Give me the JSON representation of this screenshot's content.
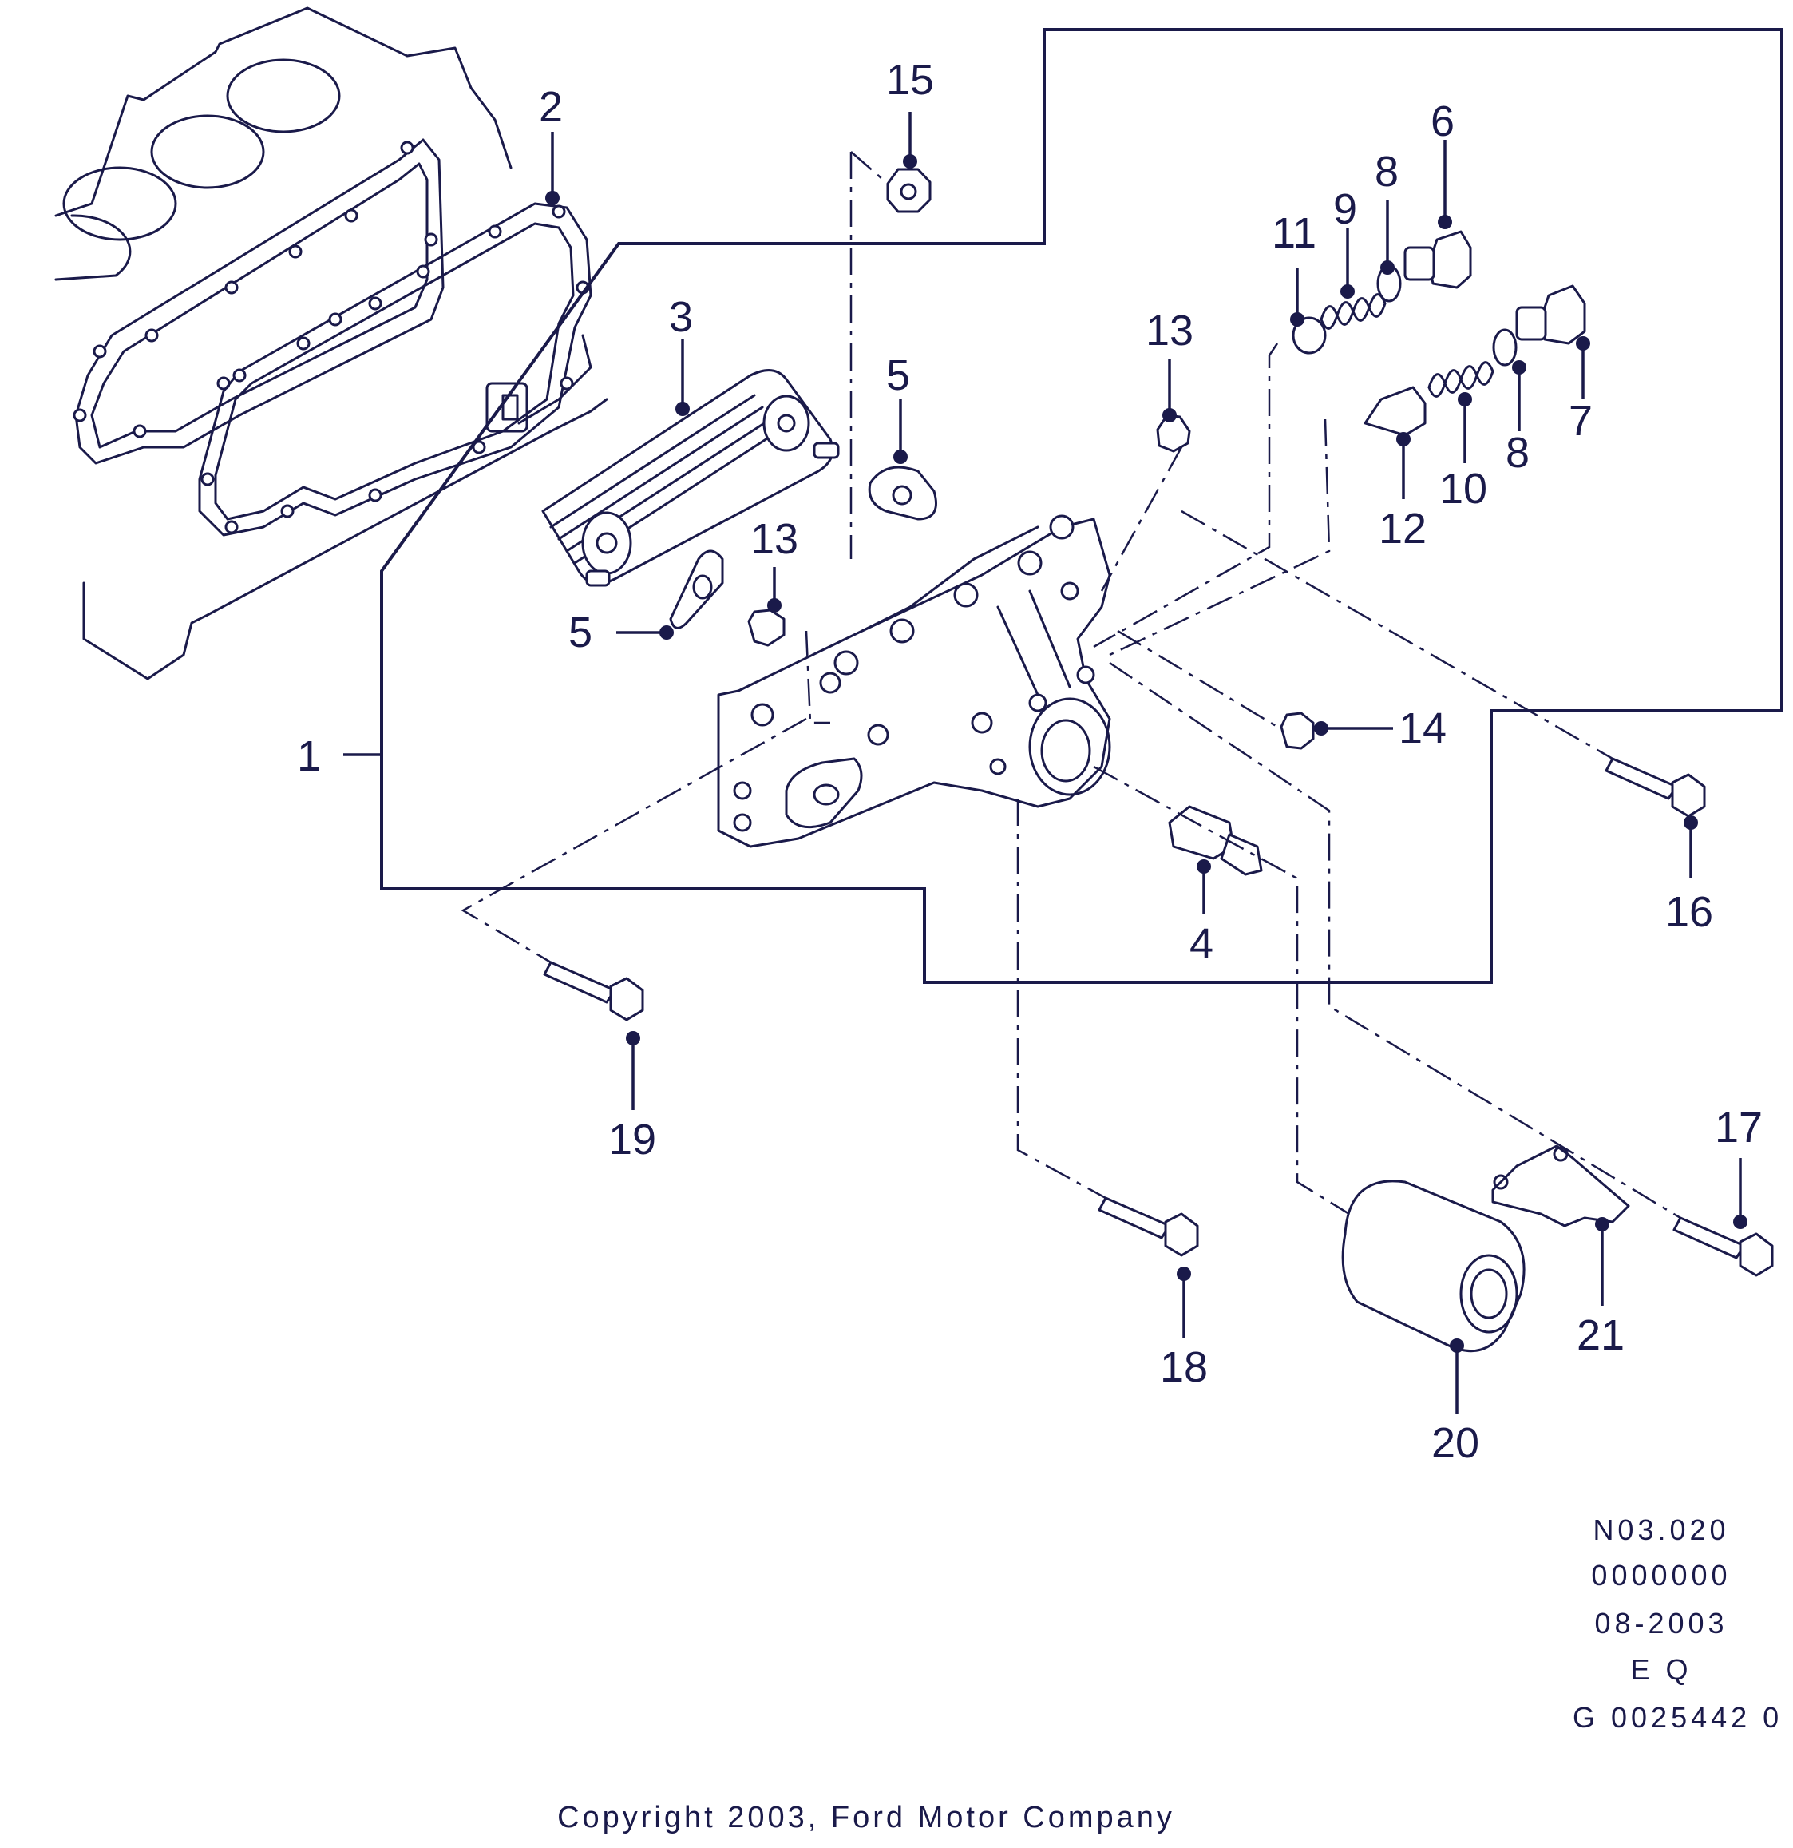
{
  "callouts": {
    "c1": "1",
    "c2": "2",
    "c3": "3",
    "c4": "4",
    "c5a": "5",
    "c5b": "5",
    "c6": "6",
    "c7": "7",
    "c8a": "8",
    "c8b": "8",
    "c9": "9",
    "c10": "10",
    "c11": "11",
    "c12": "12",
    "c13a": "13",
    "c13b": "13",
    "c14": "14",
    "c15": "15",
    "c16": "16",
    "c17": "17",
    "c18": "18",
    "c19": "19",
    "c20": "20",
    "c21": "21"
  },
  "footer": {
    "ref_code": "N03.020",
    "number": "0000000",
    "date": "08-2003",
    "tag": "E Q",
    "drawing_id": "G 0025442 0",
    "copyright": "Copyright 2003, Ford Motor Company"
  },
  "colors": {
    "ink": "#1a1a4a",
    "background": "#ffffff"
  }
}
